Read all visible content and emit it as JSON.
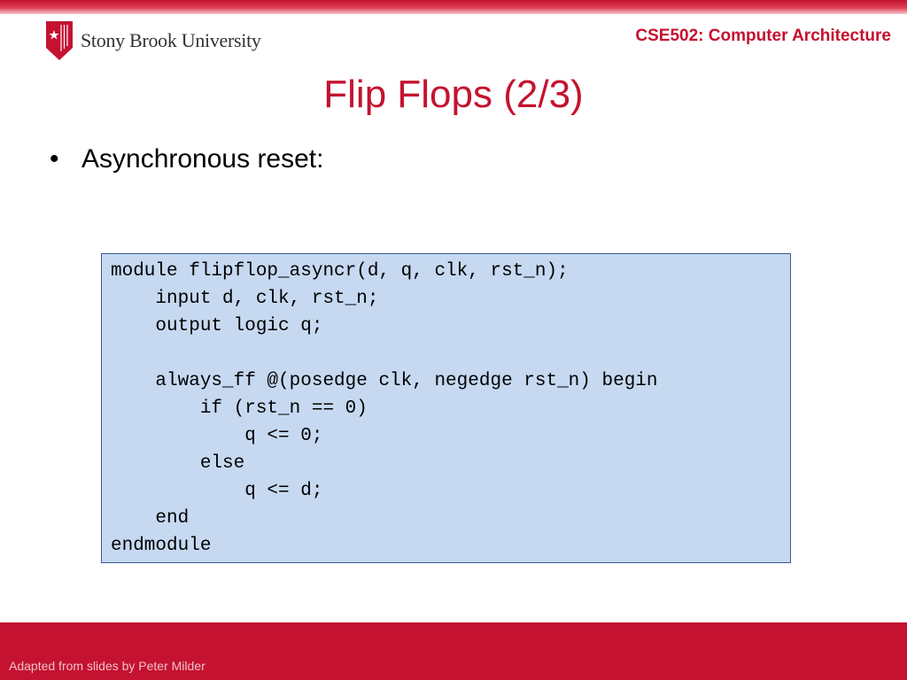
{
  "header": {
    "logo_text": "Stony Brook University",
    "course_title": "CSE502: Computer Architecture"
  },
  "slide": {
    "title": "Flip Flops (2/3)",
    "bullet_marker": "•",
    "bullet_text": "Asynchronous reset:"
  },
  "code": {
    "lines": [
      "module flipflop_asyncr(d, q, clk, rst_n);",
      "    input d, clk, rst_n;",
      "    output logic q;",
      "",
      "    always_ff @(posedge clk, negedge rst_n) begin",
      "        if (rst_n == 0)",
      "            q <= 0;",
      "        else",
      "            q <= d;",
      "    end",
      "endmodule"
    ]
  },
  "footer": {
    "text": "Adapted from slides by Peter Milder"
  },
  "colors": {
    "brand_red": "#c41230",
    "code_background": "#c6d9f1",
    "code_border": "#385d8a"
  },
  "icons": {
    "logo": "star-shield-icon"
  }
}
